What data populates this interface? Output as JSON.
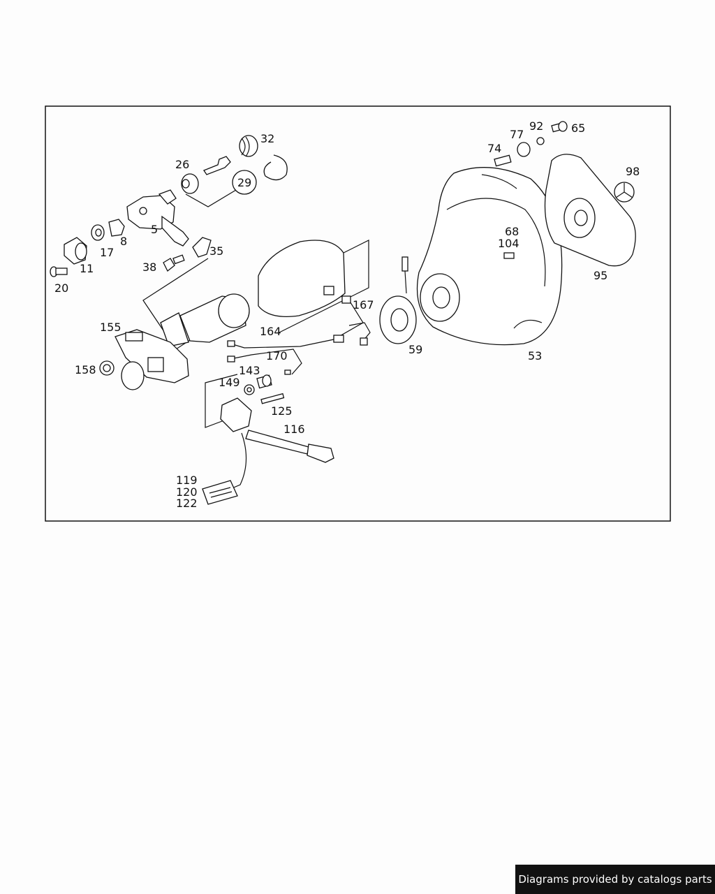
{
  "footer": {
    "text": "Diagrams provided by catalogs parts"
  },
  "labels": {
    "l20": "20",
    "l11": "11",
    "l17": "17",
    "l8": "8",
    "l5": "5",
    "l26": "26",
    "l29": "29",
    "l32": "32",
    "l35": "35",
    "l38": "38",
    "l155": "155",
    "l158": "158",
    "l164": "164",
    "l167": "167",
    "l170": "170",
    "l143": "143",
    "l149": "149",
    "l125": "125",
    "l116": "116",
    "l119": "119",
    "l120": "120",
    "l122": "122",
    "l59": "59",
    "l53": "53",
    "l68": "68",
    "l104": "104",
    "l74": "74",
    "l77": "77",
    "l92": "92",
    "l65": "65",
    "l95": "95",
    "l98": "98"
  }
}
